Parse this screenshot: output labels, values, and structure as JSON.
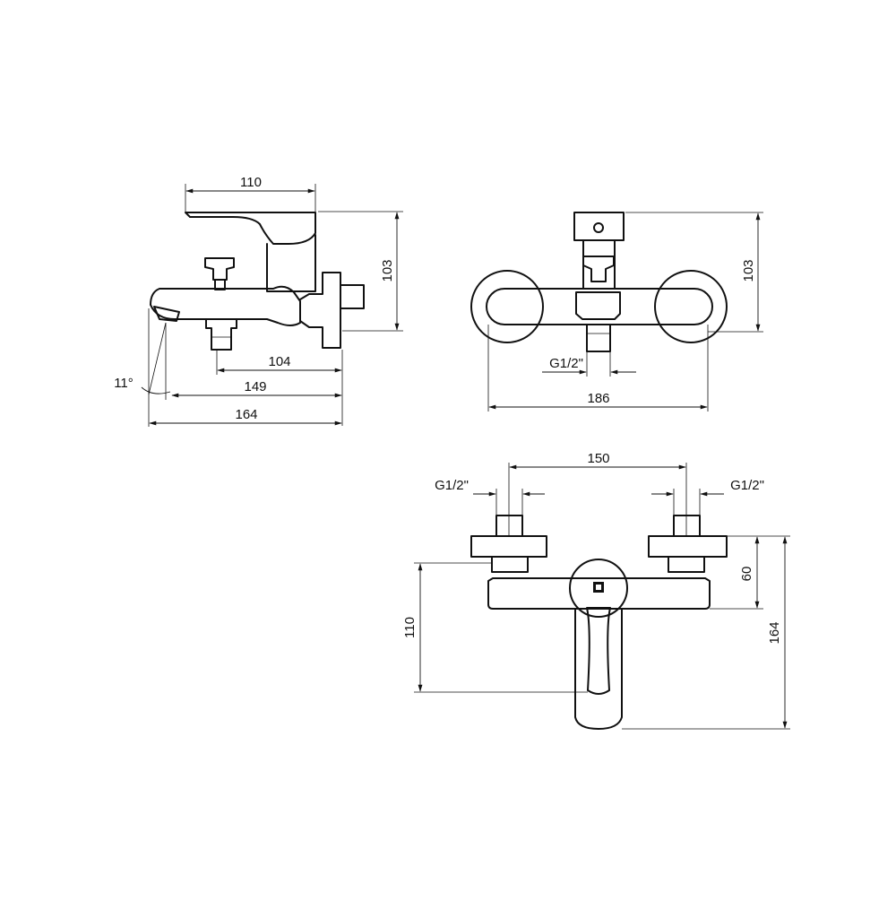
{
  "side_view": {
    "dim_top_width": "110",
    "dim_height": "103",
    "dim_outlet_to_wall": "104",
    "dim_spout_to_wall": "149",
    "dim_total_depth": "164",
    "angle_label": "11°"
  },
  "front_view": {
    "dim_height": "103",
    "dim_total_width": "186",
    "thread_label": "G1/2\""
  },
  "top_view": {
    "dim_center_distance": "150",
    "thread_left": "G1/2\"",
    "thread_right": "G1/2\"",
    "dim_body_height": "60",
    "dim_handle_height": "110",
    "dim_total_height": "164"
  }
}
